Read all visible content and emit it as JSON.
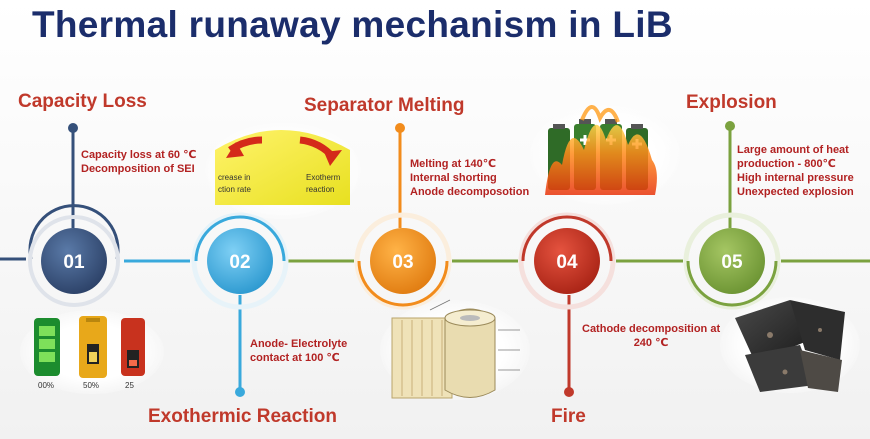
{
  "title": "Thermal runaway mechanism in LiB",
  "colors": {
    "title": "#1b2d6b",
    "heading": "#c0392b",
    "step1": "#35507a",
    "step2": "#39a9dc",
    "step3": "#f28c1c",
    "step4": "#c0392b",
    "step5": "#7ba23f"
  },
  "steps": [
    {
      "number": "01",
      "heading": "Capacity Loss",
      "lines": [
        "Capacity loss at 60 ℃",
        "Decomposition of SEI"
      ],
      "image_labels": [
        "00%",
        "50%",
        "25"
      ]
    },
    {
      "number": "02",
      "heading": "Exothermic Reaction",
      "lines": [
        "Anode- Electrolyte",
        "contact  at 100 ℃"
      ],
      "image_labels": [
        "crease in",
        "ction rate",
        "Exotherm",
        "reaction"
      ]
    },
    {
      "number": "03",
      "heading": "Separator Melting",
      "lines": [
        "Melting at 140℃",
        "Internal shorting",
        "Anode decomposotion"
      ]
    },
    {
      "number": "04",
      "heading": "Fire",
      "lines": [
        "Cathode decomposition at",
        "240 ℃"
      ]
    },
    {
      "number": "05",
      "heading": "Explosion",
      "lines": [
        "Large amount of heat",
        "production - 800℃",
        "High internal pressure",
        "Unexpected explosion"
      ]
    }
  ]
}
